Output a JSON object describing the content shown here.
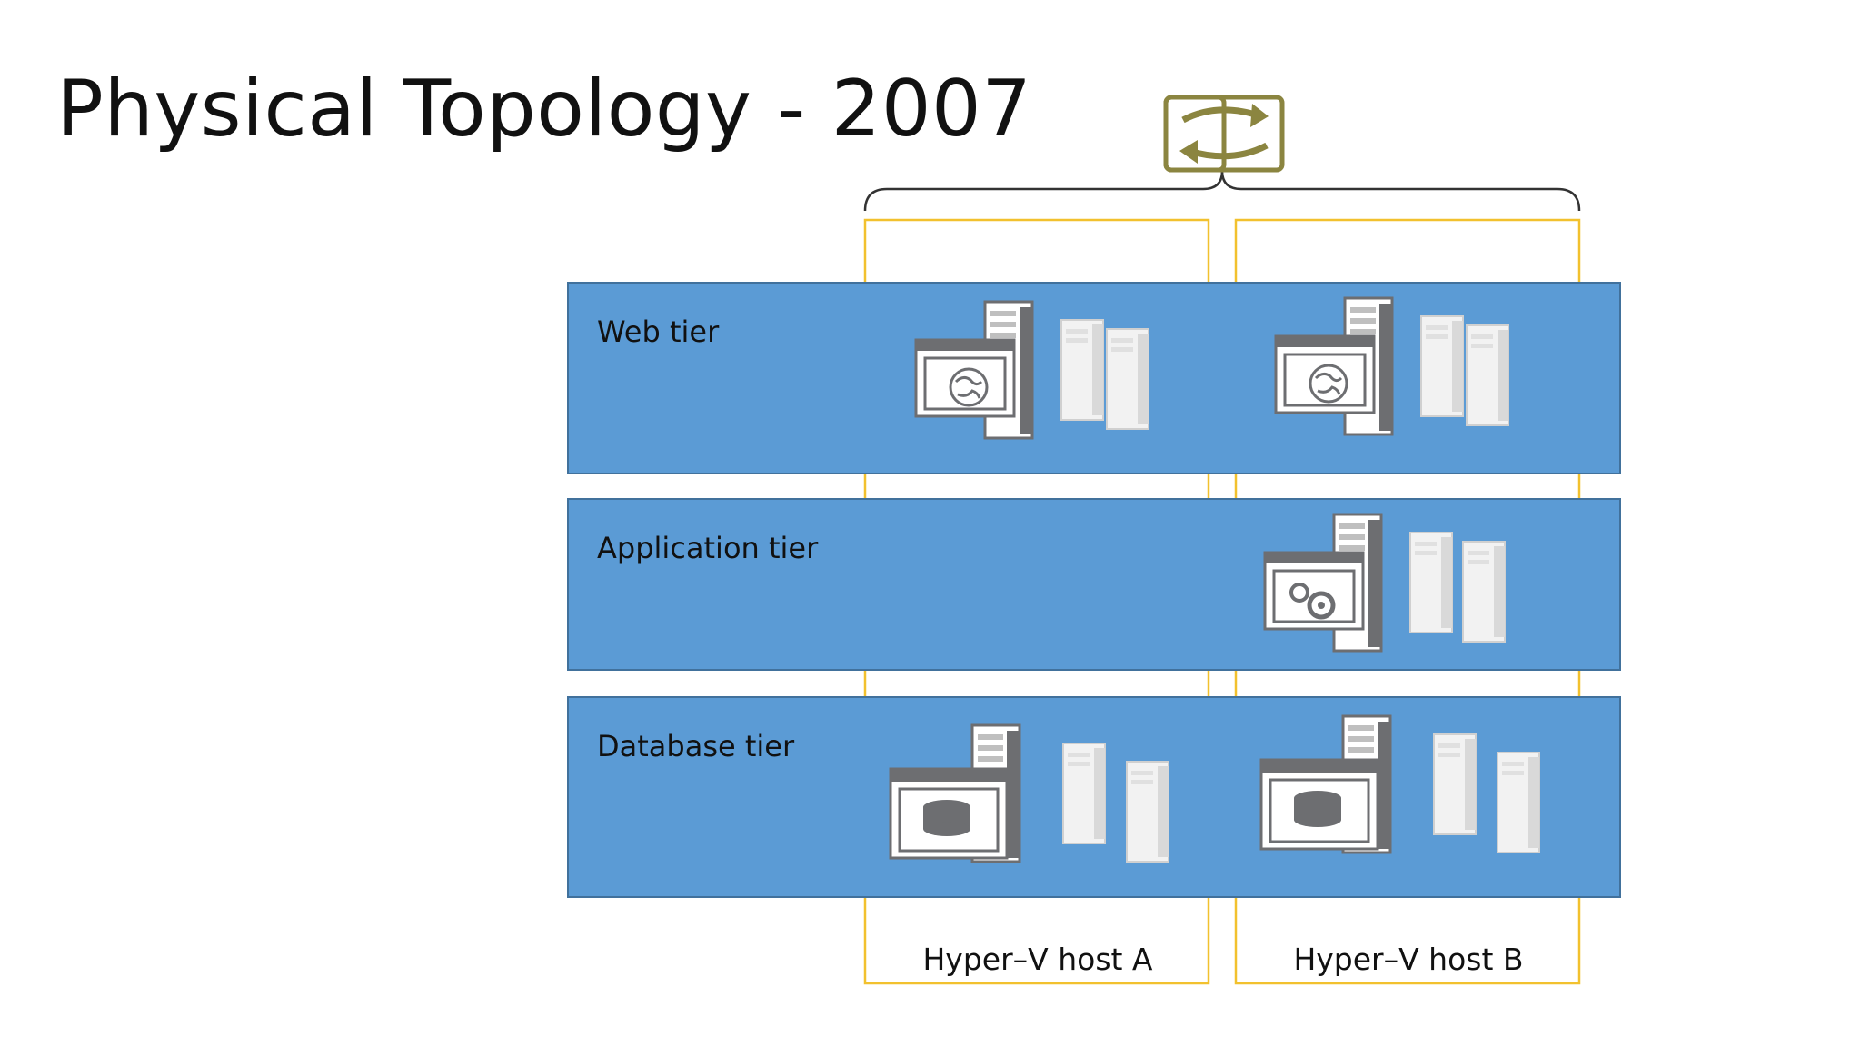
{
  "slide": {
    "title": "Physical Topology - 2007"
  },
  "tiers": [
    {
      "label": "Web tier"
    },
    {
      "label": "Application tier"
    },
    {
      "label": "Database tier"
    }
  ],
  "hosts": [
    {
      "label": "Hyper–V host A"
    },
    {
      "label": "Hyper–V host B"
    }
  ],
  "icons": {
    "replication": "replication-arrows-icon",
    "web": "web-server-vm-icon",
    "app": "application-server-vm-icon",
    "db": "database-server-vm-icon"
  },
  "colors": {
    "tier_fill": "#5b9bd5",
    "tier_border": "#41719c",
    "host_border": "#f2c12e",
    "replication": "#8b8540",
    "server_dark": "#6d6e71",
    "server_light": "#d9d9d9"
  }
}
